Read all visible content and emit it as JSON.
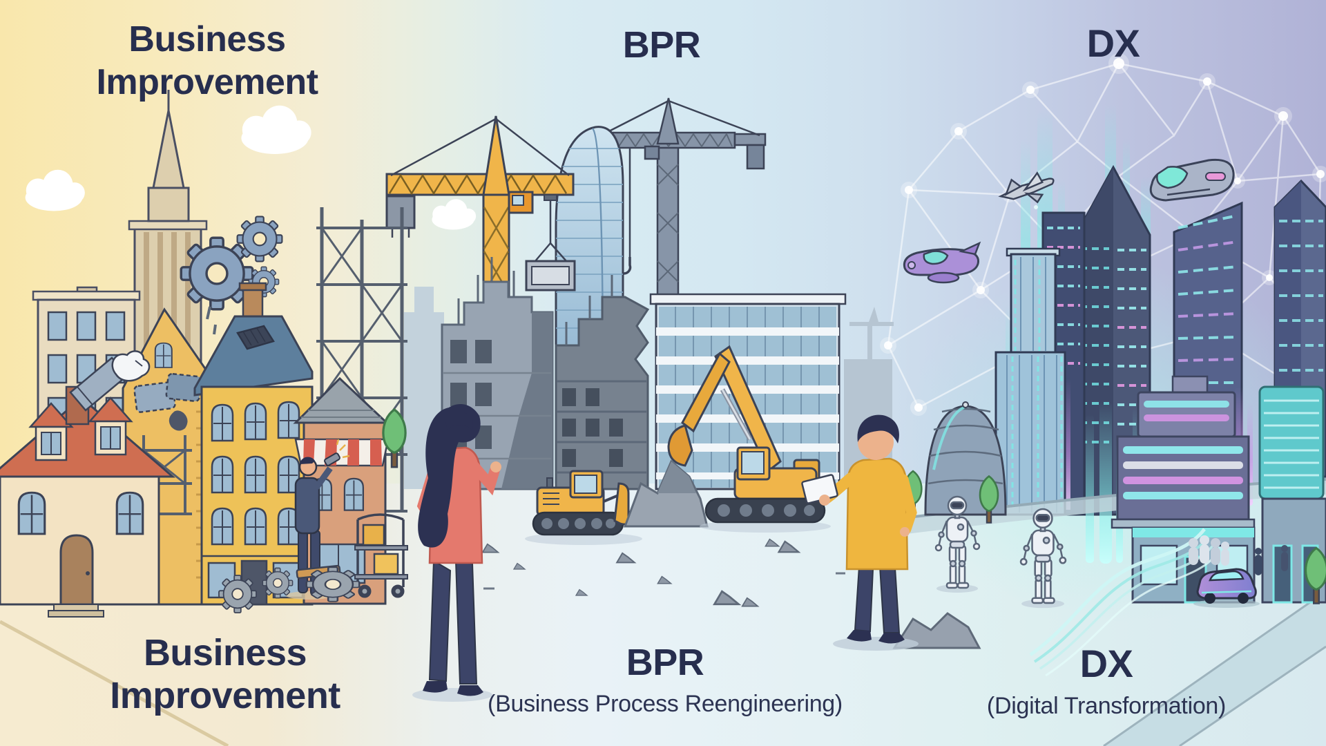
{
  "panels": {
    "business_improvement": {
      "top_title_line1": "Business",
      "top_title_line2": "Improvement",
      "bottom_title_line1": "Business",
      "bottom_title_line2": "Improvement"
    },
    "bpr": {
      "top_title": "BPR",
      "bottom_title": "BPR",
      "bottom_subtitle": "(Business Process Reengineering)"
    },
    "dx": {
      "top_title": "DX",
      "bottom_title": "DX",
      "bottom_subtitle": "(Digital Transformation)"
    }
  },
  "colors": {
    "title_text": "#272e4e",
    "subtitle_text": "#2c3352",
    "left_sky": "#f8e6ab",
    "left_ground": "#f5ebd1",
    "middle_sky": "#d8eaf3",
    "middle_ground": "#e9f2f7",
    "right_sky_top": "#aeb0d4",
    "right_glow_cyan": "#7de8e4",
    "right_glow_purple": "#cf8fe8",
    "crane_yellow": "#f0b54a",
    "machine_yellow": "#e8a93c",
    "gear_blue": "#8aa3c0",
    "building_amber": "#eec258",
    "roof_red": "#cf6e51",
    "roof_blue": "#5d7f9d",
    "robot_white": "#edf1f6",
    "woman_top_coral": "#e4796d",
    "man_top_mustard": "#efb63f",
    "pants_navy": "#3c4468"
  },
  "icons": {
    "left_panel": [
      "cloud-icon",
      "gear-icon",
      "skyscraper",
      "apartment-building",
      "old-house",
      "patched-wall",
      "giant-repair-hand",
      "scaffolding",
      "worker",
      "supply-cart",
      "ground-gears",
      "tree-icon"
    ],
    "middle_panel": [
      "tower-crane-yellow",
      "tower-crane-grey",
      "curved-glass-tower",
      "demolished-building",
      "office-building",
      "bulldozer",
      "excavator",
      "rubble-pile",
      "woman-observer",
      "man-with-tablet"
    ],
    "right_panel": [
      "network-dome",
      "data-beam",
      "futuristic-tower",
      "dome-building",
      "jet-icon",
      "shuttle-icon",
      "hovercraft-icon",
      "robot-icon",
      "autonomous-car",
      "pedestrians",
      "tree-icon",
      "light-stream"
    ]
  }
}
